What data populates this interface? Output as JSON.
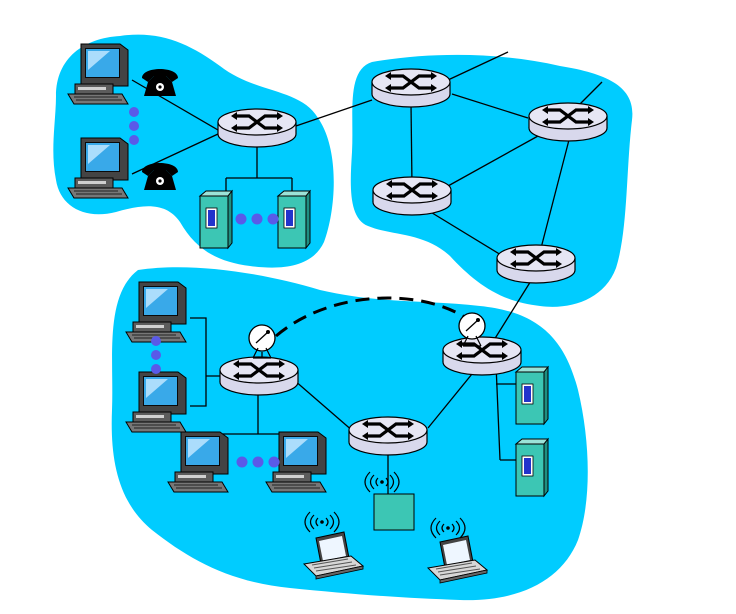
{
  "diagram": {
    "colors": {
      "region_fill": "#00ccff",
      "router_fill": "#d8d8ec",
      "server_fill": "#3cc6b4",
      "server_screen": "#2233cc",
      "dot_color": "#5a5ae8",
      "link_color": "#000000"
    },
    "regions": [
      {
        "name": "access-network-region"
      },
      {
        "name": "core-network-region"
      },
      {
        "name": "enterprise-network-region"
      }
    ],
    "routers": [
      {
        "name": "access-router-icon"
      },
      {
        "name": "core-router-top-icon"
      },
      {
        "name": "core-router-right-icon"
      },
      {
        "name": "core-router-middle-icon"
      },
      {
        "name": "core-router-bottom-icon"
      },
      {
        "name": "enterprise-router-left-icon"
      },
      {
        "name": "enterprise-router-right-icon"
      },
      {
        "name": "enterprise-router-center-icon"
      }
    ],
    "desktops": [
      {
        "name": "access-pc-top-icon"
      },
      {
        "name": "access-pc-bottom-icon"
      },
      {
        "name": "enterprise-pc-top-icon"
      },
      {
        "name": "enterprise-pc-middle-icon"
      },
      {
        "name": "enterprise-pc-bottom-left-icon"
      },
      {
        "name": "enterprise-pc-bottom-right-icon"
      }
    ],
    "phones": [
      {
        "name": "access-phone-top-icon"
      },
      {
        "name": "access-phone-bottom-icon"
      }
    ],
    "servers": [
      {
        "name": "access-server-left-icon"
      },
      {
        "name": "access-server-right-icon"
      },
      {
        "name": "enterprise-server-top-icon"
      },
      {
        "name": "enterprise-server-bottom-icon"
      }
    ],
    "laptops": [
      {
        "name": "laptop-left-icon"
      },
      {
        "name": "laptop-right-icon"
      }
    ],
    "satellite_dishes": [
      {
        "name": "satellite-dish-left-icon"
      },
      {
        "name": "satellite-dish-right-icon"
      }
    ],
    "access_point": {
      "name": "wireless-access-point-icon"
    }
  }
}
